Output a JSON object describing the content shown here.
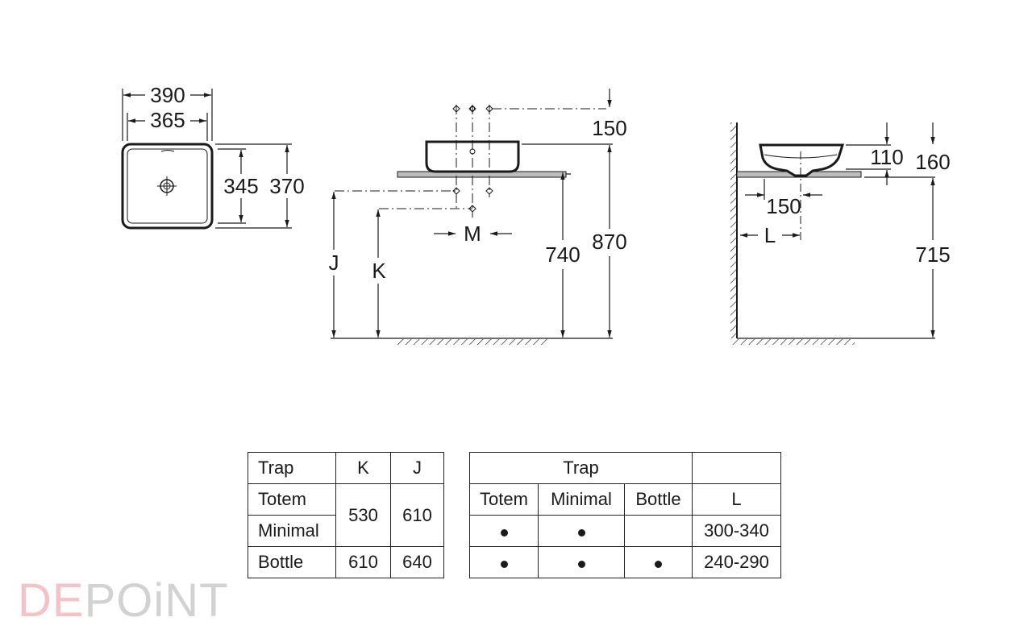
{
  "top_view": {
    "width_outer": "390",
    "width_inner": "365",
    "depth_inner": "345",
    "depth_outer": "370"
  },
  "front_view": {
    "tap_height": "150",
    "total_height": "870",
    "counter_height": "740",
    "label_m": "M",
    "label_j": "J",
    "label_k": "K"
  },
  "side_view": {
    "basin_height": "110",
    "tap_height": "160",
    "drain_offset": "150",
    "label_l": "L",
    "counter_height": "715"
  },
  "trap_kj_table": {
    "headers": [
      "Trap",
      "K",
      "J"
    ],
    "rows": [
      {
        "trap": "Totem",
        "k": "530",
        "j": "610"
      },
      {
        "trap": "Minimal"
      },
      {
        "trap": "Bottle",
        "k": "610",
        "j": "640"
      }
    ]
  },
  "trap_l_table": {
    "group_header": "Trap",
    "headers": [
      "Totem",
      "Minimal",
      "Bottle",
      "L"
    ],
    "rows": [
      {
        "totem": true,
        "minimal": true,
        "bottle": false,
        "l": "300-340"
      },
      {
        "totem": true,
        "minimal": true,
        "bottle": true,
        "l": "240-290"
      }
    ]
  },
  "logo": {
    "part1": "DE",
    "part2": "POiNT"
  }
}
